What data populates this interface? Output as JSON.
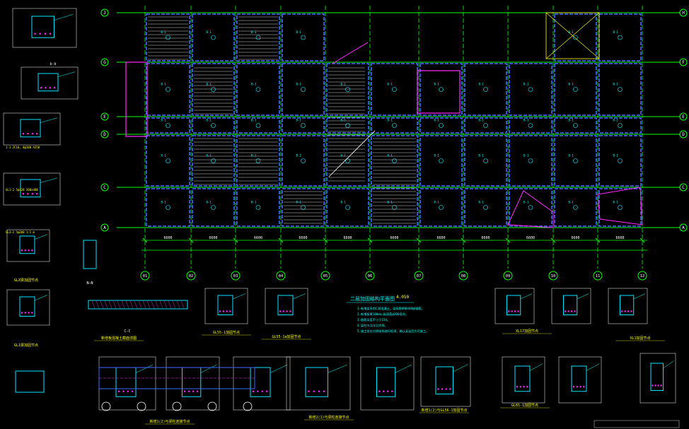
{
  "colors": {
    "background": "#000000",
    "axis": "#00ff00",
    "wall": "#3d6bff",
    "beam": "#00e5ff",
    "note": "#ff2bff",
    "dim": "#ffffff",
    "yellow": "#ffff00",
    "text_cyan": "#00ffff"
  },
  "plan": {
    "row_axes": [
      "J",
      "G",
      "E",
      "D",
      "C",
      "A"
    ],
    "row_axes_right": [
      "H",
      "F",
      "E",
      "D",
      "C",
      "A"
    ],
    "col_axes": [
      "01",
      "02",
      "03",
      "04",
      "05",
      "06",
      "07",
      "08",
      "09",
      "10",
      "11",
      "12"
    ],
    "title": "二层加固结构平面图",
    "title_elev": "4.050",
    "section_label": "N—N",
    "bb_label": "b-b",
    "cc_label": "C-C"
  },
  "left_notes": [
    "1-1 2C16, 8@100 A250",
    "GL1-2 5@120 200x400",
    "GL3-2 5@200 1:1 m"
  ],
  "bottom_titles": [
    "新增板混凝土截面详图",
    "GL55-1加固节点",
    "GL55-1a加固节点",
    "新增1(2)与梁柱连接节点",
    "新增2(1)与梁柱连接节点",
    "新增1(2)与GL56-1加固节点",
    "GL65-1加固节点",
    "XL17加固节点",
    "XL1加固节点"
  ],
  "left_titles": [
    "GLX梁加固节点",
    "GL1梁加固节点"
  ],
  "notes_block": [
    "1.新增梁采用C30混凝土，梁纵筋HRB400级钢筋，",
    "2.新增板厚100mm,板面筋@200双向，",
    "3.植筋深度不小于15d。",
    "4.梁柱节点详见大样。",
    "5.施工前应对原结构进行检测，确认无误后方可施工。"
  ]
}
